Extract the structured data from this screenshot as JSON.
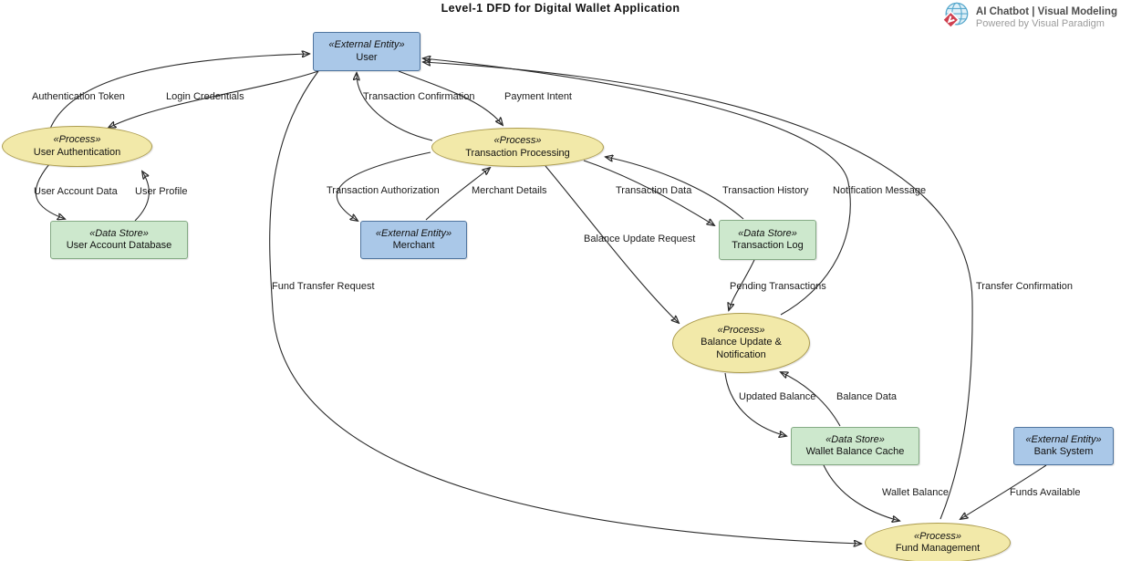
{
  "title": "Level-1 DFD for Digital Wallet Application",
  "branding": {
    "line1": "AI Chatbot | Visual Modeling",
    "line2": "Powered by Visual Paradigm",
    "logo": "visual-paradigm-globe-logo"
  },
  "colors": {
    "process_fill": "#f2e9a9",
    "process_border": "#ac9c4f",
    "external_entity_fill": "#aac8e8",
    "external_entity_border": "#4f749e",
    "data_store_fill": "#cde8cd",
    "data_store_border": "#84aa84",
    "edge": "#2a2a2a"
  },
  "nodes": {
    "user": {
      "stereotype": "«External Entity»",
      "name": "User",
      "type": "external-entity"
    },
    "user_authentication": {
      "stereotype": "«Process»",
      "name": "User Authentication",
      "type": "process"
    },
    "user_account_database": {
      "stereotype": "«Data Store»",
      "name": "User Account Database",
      "type": "data-store"
    },
    "transaction_processing": {
      "stereotype": "«Process»",
      "name": "Transaction Processing",
      "type": "process"
    },
    "merchant": {
      "stereotype": "«External Entity»",
      "name": "Merchant",
      "type": "external-entity"
    },
    "transaction_log": {
      "stereotype": "«Data Store»",
      "name": "Transaction Log",
      "type": "data-store"
    },
    "balance_update_notification": {
      "stereotype": "«Process»",
      "name": "Balance Update & Notification",
      "type": "process"
    },
    "wallet_balance_cache": {
      "stereotype": "«Data Store»",
      "name": "Wallet Balance Cache",
      "type": "data-store"
    },
    "bank_system": {
      "stereotype": "«External Entity»",
      "name": "Bank System",
      "type": "external-entity"
    },
    "fund_management": {
      "stereotype": "«Process»",
      "name": "Fund Management",
      "type": "process"
    }
  },
  "flows": {
    "authentication_token": "Authentication Token",
    "login_credentials": "Login Credentials",
    "transaction_confirmation": "Transaction Confirmation",
    "payment_intent": "Payment Intent",
    "user_account_data": "User Account Data",
    "user_profile": "User Profile",
    "transaction_authorization": "Transaction Authorization",
    "merchant_details": "Merchant Details",
    "transaction_data": "Transaction Data",
    "transaction_history": "Transaction History",
    "notification_message": "Notification Message",
    "balance_update_request": "Balance Update Request",
    "fund_transfer_request": "Fund Transfer Request",
    "pending_transactions": "Pending Transactions",
    "transfer_confirmation": "Transfer Confirmation",
    "updated_balance": "Updated Balance",
    "balance_data": "Balance Data",
    "wallet_balance": "Wallet Balance",
    "funds_available": "Funds Available"
  }
}
